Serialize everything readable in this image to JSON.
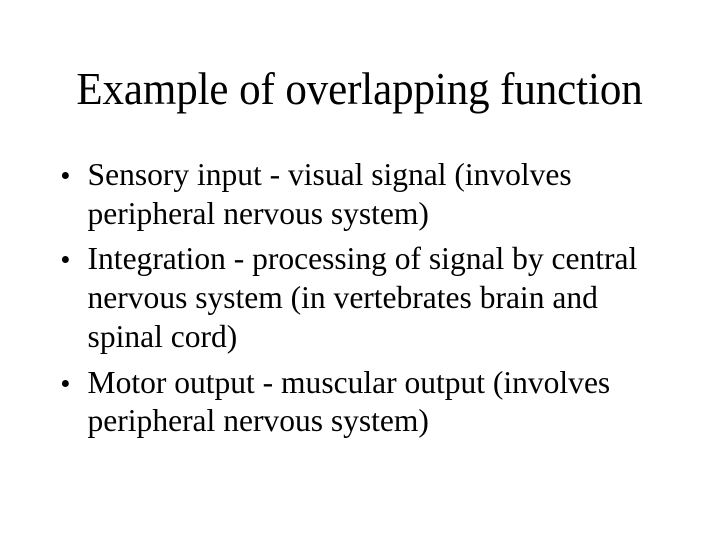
{
  "slide": {
    "title": "Example of overlapping function",
    "background_color": "#ffffff",
    "text_color": "#000000",
    "bullets": [
      {
        "marker": "round-bullet",
        "text": "Sensory input - visual signal (involves peripheral nervous system)"
      },
      {
        "marker": "round-bullet",
        "text": "Integration - processing of signal by central nervous system (in vertebrates brain and spinal cord)"
      },
      {
        "marker": "round-bullet",
        "text": "Motor output - muscular output (involves peripheral nervous system)"
      }
    ]
  }
}
